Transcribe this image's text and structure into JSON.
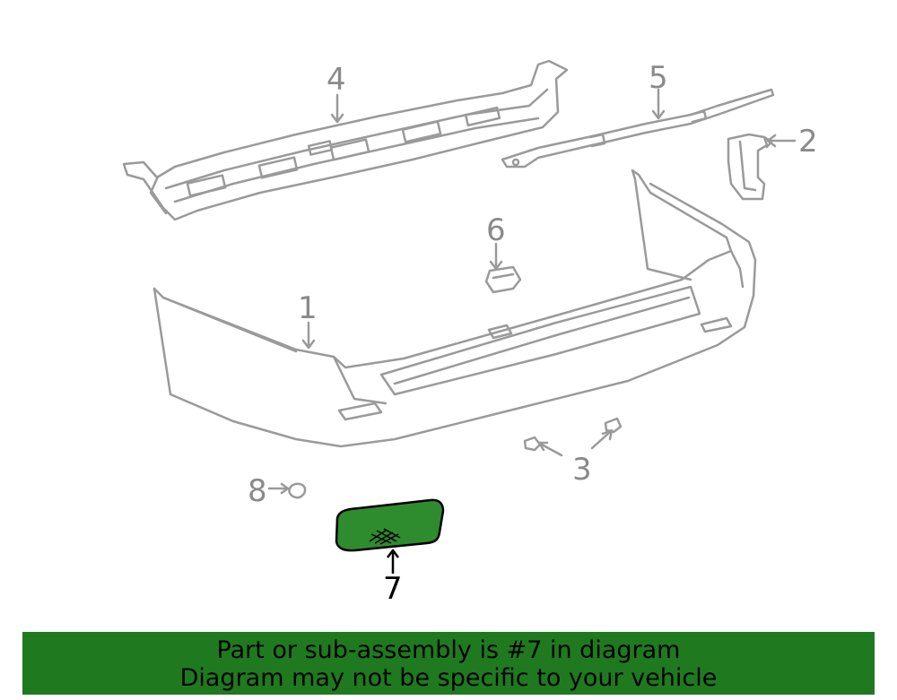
{
  "callouts": {
    "c1": "1",
    "c2": "2",
    "c3": "3",
    "c4": "4",
    "c5": "5",
    "c6": "6",
    "c7": "7",
    "c8": "8"
  },
  "banner": {
    "line1": "Part or sub-assembly is #7 in diagram",
    "line2": "Diagram may not be specific to your vehicle"
  },
  "colors": {
    "line_art": "#9a9a9a",
    "highlight_part": "#2e8b2e",
    "banner_bg": "#1f7a1f"
  }
}
